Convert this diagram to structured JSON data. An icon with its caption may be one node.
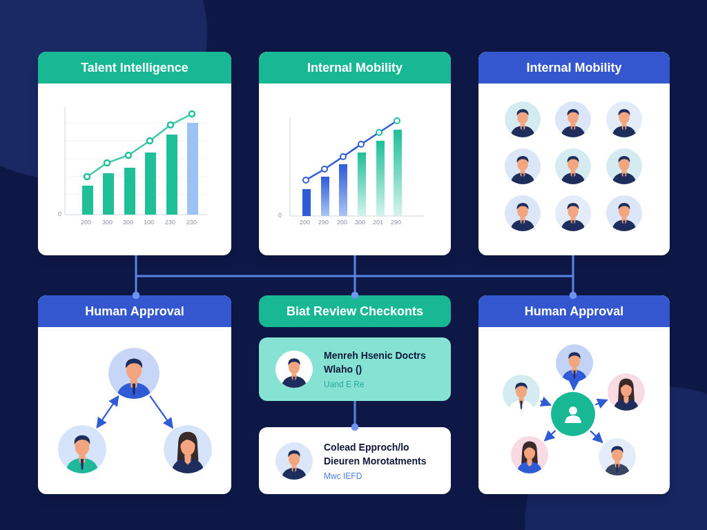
{
  "diagram": {
    "nodes": [
      {
        "text": [
          "Talent Intelligence"
        ]
      },
      {
        "text": [
          "Internal Mobility"
        ]
      },
      {
        "text": [
          "Internal Mobility"
        ]
      },
      {
        "text": [
          "Human Approval"
        ]
      },
      {
        "text": [],
        "shape": "person",
        "in": 3
      },
      {
        "text": [],
        "shape": "person",
        "in": 3
      },
      {
        "text": [],
        "shape": "person",
        "in": 3
      },
      {
        "text": [
          "Biat Review Checkonts"
        ]
      },
      {
        "text": [
          "Menreh Hsenic Doctrs Wlaho ()",
          "Uand E Re"
        ]
      },
      {
        "text": [
          "Colead Epproch/lo Dieuren Morotatments",
          "Mwc IEFD"
        ]
      },
      {
        "text": [
          "Human Approval"
        ]
      },
      {
        "text": [],
        "shape": "circle",
        "in": 10
      },
      {
        "text": [],
        "shape": "person",
        "in": 10
      },
      {
        "text": [],
        "shape": "person",
        "in": 10
      },
      {
        "text": [],
        "shape": "person",
        "in": 10
      },
      {
        "text": [],
        "shape": "person",
        "in": 10
      },
      {
        "text": [],
        "shape": "person",
        "in": 10
      }
    ],
    "edges": [
      {
        "from": 0,
        "to": 3,
        "arrow": "other"
      },
      {
        "from": 1,
        "to": 7,
        "arrow": "other"
      },
      {
        "from": 2,
        "to": 10,
        "arrow": "other"
      },
      {
        "from": 4,
        "to": 5,
        "arrow": "both"
      },
      {
        "from": 4,
        "to": 6,
        "arrow": "to"
      },
      {
        "from": 8,
        "to": 9,
        "arrow": "other"
      },
      {
        "from": 12,
        "to": 11,
        "arrow": "to"
      },
      {
        "from": 13,
        "to": 11,
        "arrow": "to"
      },
      {
        "from": 11,
        "to": 14,
        "arrow": "to"
      },
      {
        "from": 11,
        "to": 15,
        "arrow": "to"
      },
      {
        "from": 11,
        "to": 16,
        "arrow": "to"
      }
    ],
    "labels": [
      "200",
      "300",
      "300",
      "100",
      "230",
      "230",
      "0",
      "200",
      "290",
      "200",
      "300",
      "201",
      "290",
      "0"
    ]
  }
}
